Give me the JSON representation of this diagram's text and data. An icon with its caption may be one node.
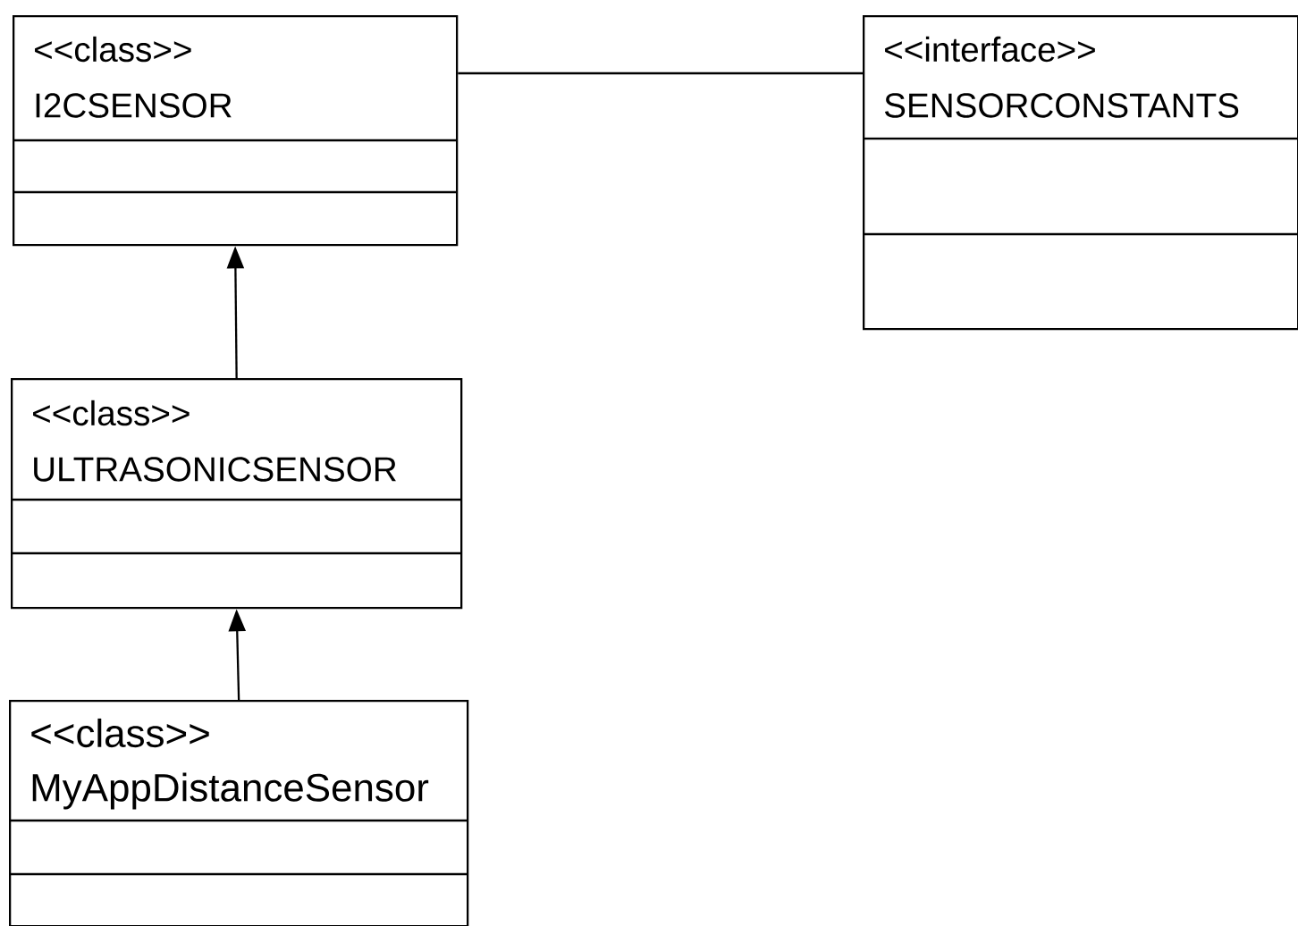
{
  "diagram": {
    "nodes": [
      {
        "text": [
          "<<class>>",
          "I2CSENSOR"
        ]
      },
      {
        "text": [
          "<<interface>>",
          "SENSORCONSTANTS"
        ]
      },
      {
        "text": [
          "<<class>>",
          "ULTRASONICSENSOR"
        ]
      },
      {
        "text": [
          "<<class>>",
          "MyAppDistanceSensor"
        ]
      }
    ],
    "edges": [
      {
        "from": 2,
        "to": 0,
        "arrow": "to"
      },
      {
        "from": 3,
        "to": 2,
        "arrow": "to"
      },
      {
        "from": 0,
        "to": 1,
        "arrow": "none"
      }
    ]
  }
}
